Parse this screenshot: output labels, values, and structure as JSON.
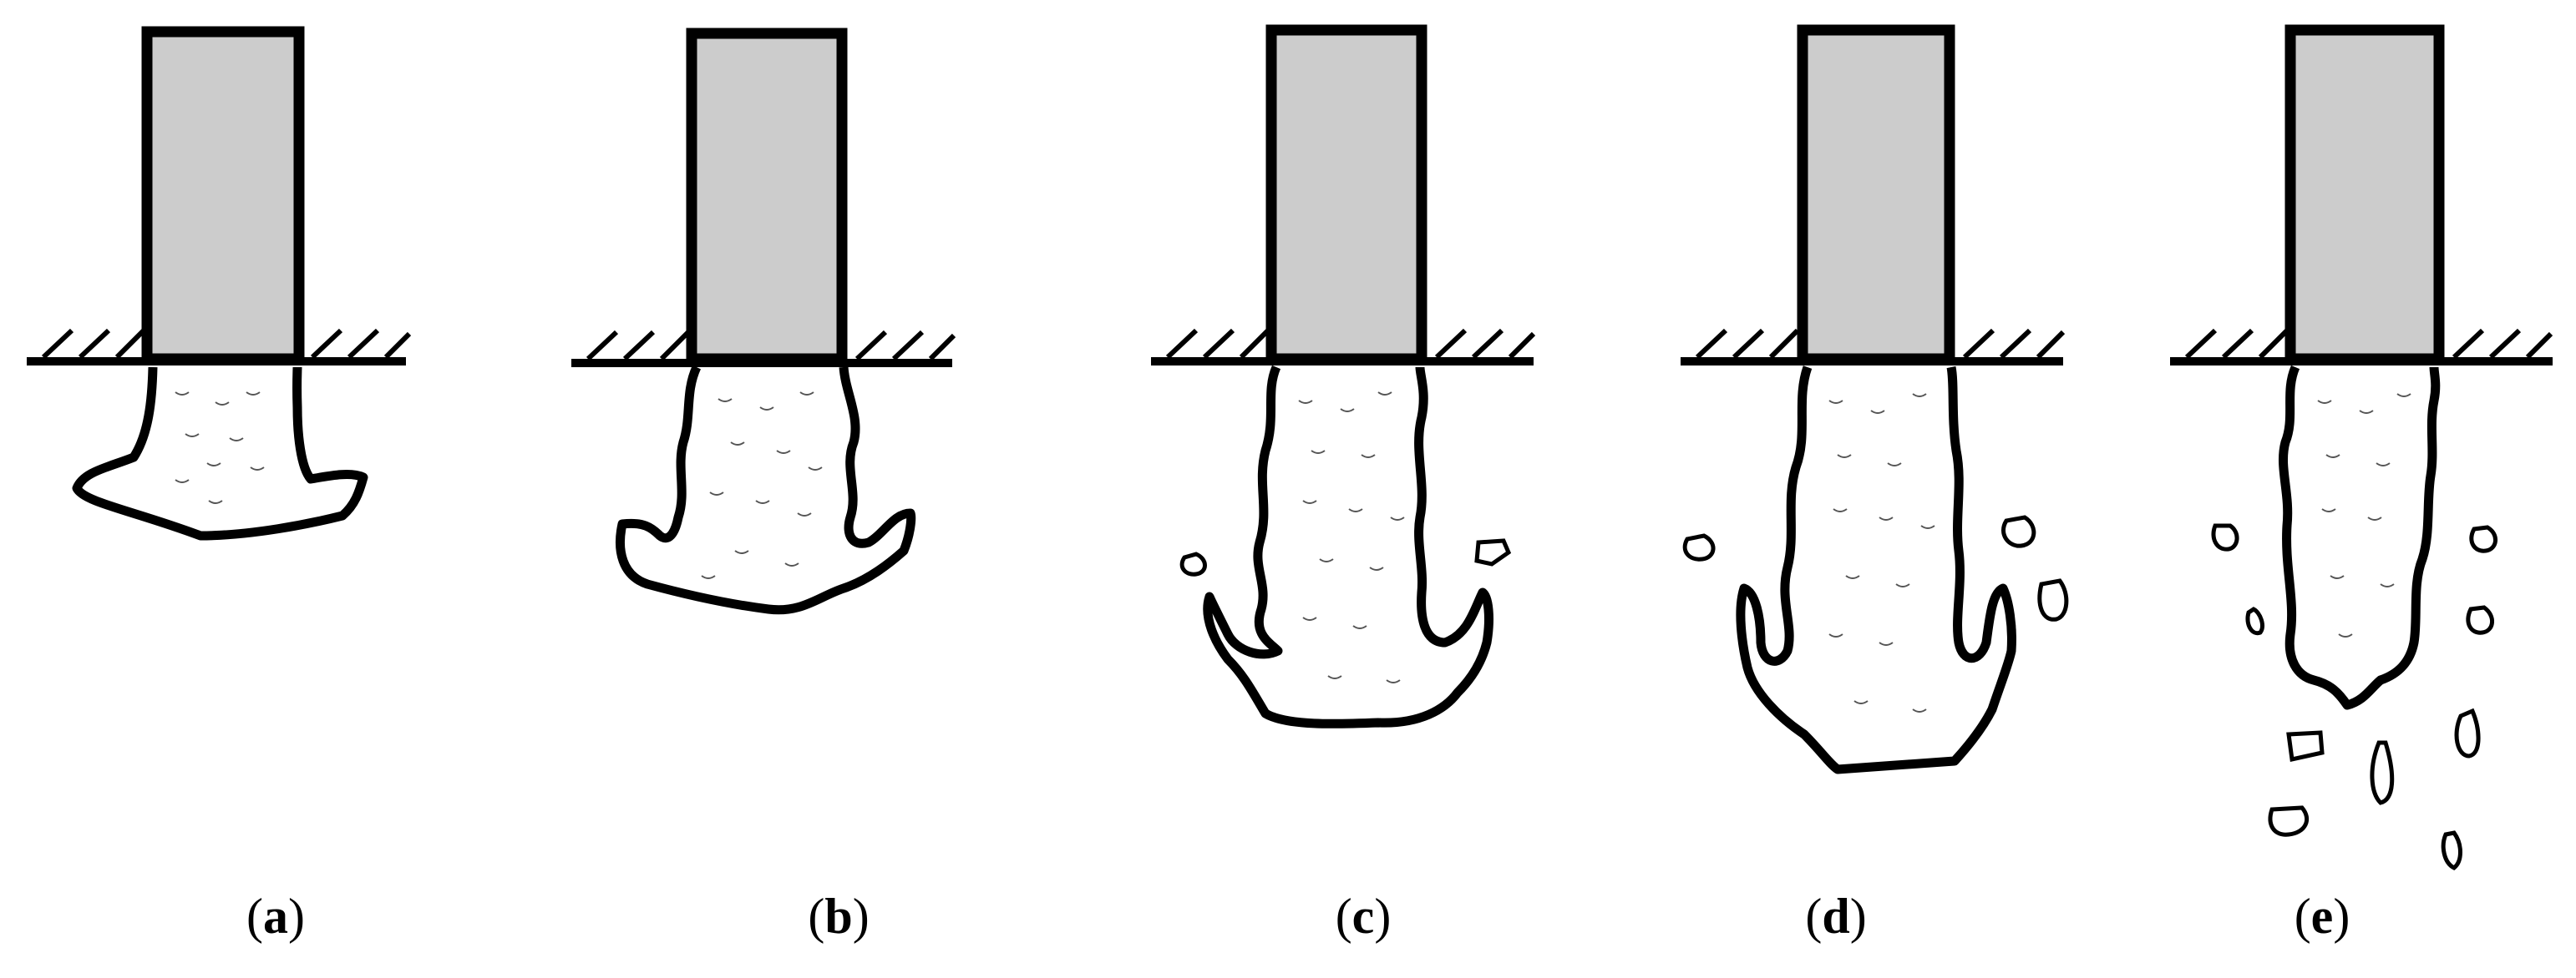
{
  "panels": [
    {
      "id": "a",
      "letter": "a"
    },
    {
      "id": "b",
      "letter": "b"
    },
    {
      "id": "c",
      "letter": "c"
    },
    {
      "id": "d",
      "letter": "d"
    },
    {
      "id": "e",
      "letter": "e"
    }
  ],
  "colors": {
    "rod_fill": "#cccccc",
    "outline": "#000000",
    "background": "#ffffff"
  },
  "caption_format": {
    "open": "(",
    "close": ")"
  }
}
